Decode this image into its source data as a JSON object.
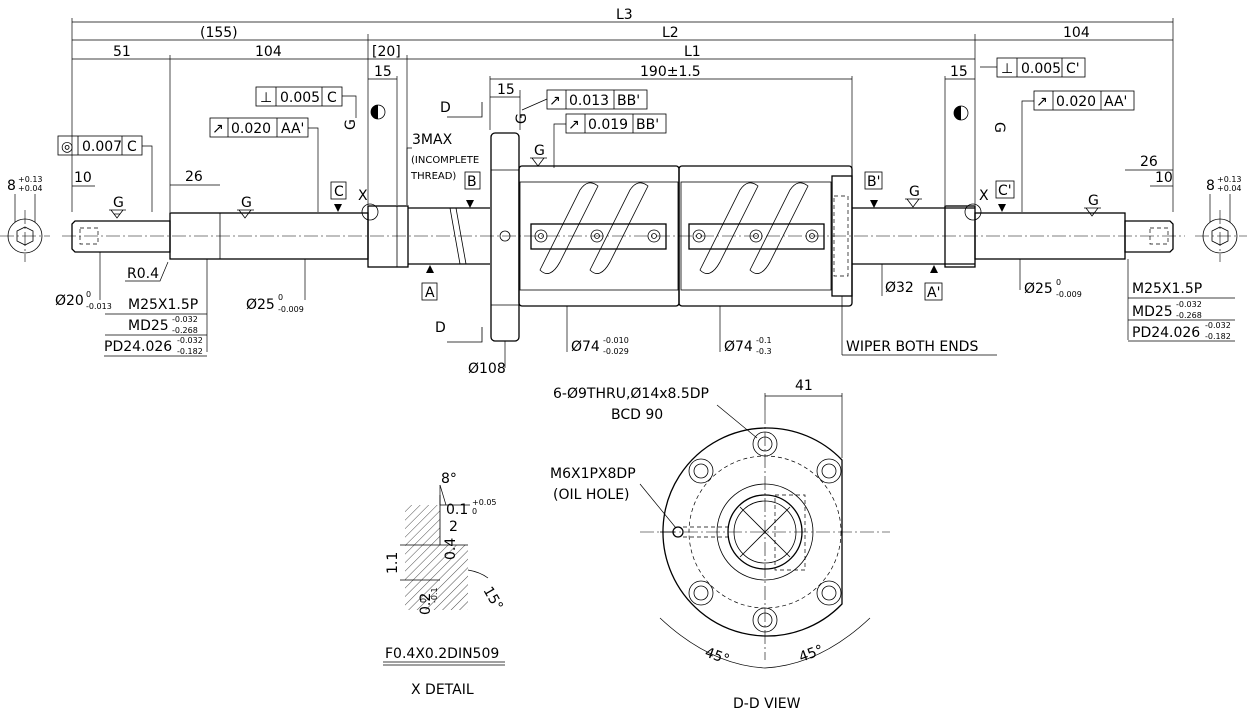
{
  "dims": {
    "l3": "L3",
    "l2": "L2",
    "l1": "L1",
    "d155": "(155)",
    "d104_right": "104",
    "d51": "51",
    "d104_left": "104",
    "d20": "[20]",
    "d15_left": "15",
    "d190": "190±1.5",
    "d15_nut": "15",
    "d15_right": "15",
    "d10_left": "10",
    "d26_left": "26",
    "d26_right": "26",
    "d10_right": "10",
    "r04": "R0.4",
    "max3": "3MAX",
    "incomplete1": "(INCOMPLETE",
    "incomplete2": "THREAD)",
    "dia20": "Ø20",
    "dia20_tol_up": "0",
    "dia20_tol_lo": "-0.013",
    "dia25_left": "Ø25",
    "dia25_left_tol_up": "0",
    "dia25_left_tol_lo": "-0.009",
    "dia25_right": "Ø25",
    "dia25_right_tol_up": "0",
    "dia25_right_tol_lo": "-0.009",
    "dia32": "Ø32",
    "dia108": "Ø108",
    "dia74a": "Ø74",
    "dia74a_tol_up": "-0.010",
    "dia74a_tol_lo": "-0.029",
    "dia74b": "Ø74",
    "dia74b_tol_up": "-0.1",
    "dia74b_tol_lo": "-0.3",
    "wiper": "WIPER BOTH ENDS",
    "end_dim": "8",
    "end_tol_up": "+0.13",
    "end_tol_lo": "+0.04"
  },
  "thread_left": {
    "m": "M25X1.5P",
    "md": "MD25",
    "md_up": "-0.032",
    "md_lo": "-0.268",
    "pd": "PD24.026",
    "pd_up": "-0.032",
    "pd_lo": "-0.182"
  },
  "thread_right": {
    "m": "M25X1.5P",
    "md": "MD25",
    "md_up": "-0.032",
    "md_lo": "-0.268",
    "pd": "PD24.026",
    "pd_up": "-0.032",
    "pd_lo": "-0.182"
  },
  "tolerances": {
    "perp_left": {
      "sym": "⊥",
      "val": "0.005",
      "ref": "C"
    },
    "conc": {
      "sym": "◎",
      "val": "0.007",
      "ref": "C"
    },
    "runout_left": {
      "sym": "↗",
      "val": "0.020",
      "ref": "AA'"
    },
    "runout_nut1": {
      "sym": "↗",
      "val": "0.013",
      "ref": "BB'"
    },
    "runout_nut2": {
      "sym": "↗",
      "val": "0.019",
      "ref": "BB'"
    },
    "perp_right": {
      "sym": "⊥",
      "val": "0.005",
      "ref": "C'"
    },
    "runout_right": {
      "sym": "↗",
      "val": "0.020",
      "ref": "AA'"
    }
  },
  "datums": {
    "c": "C",
    "b": "B",
    "a": "A",
    "b2": "B'",
    "a2": "A'",
    "c2": "C'"
  },
  "labels": {
    "g": "G",
    "x": "X",
    "d": "D"
  },
  "x_detail": {
    "angle8": "8°",
    "d01": "0.1",
    "d01_up": "+0.05",
    "d01_lo": "0",
    "d2": "2",
    "d04": "0.4",
    "d11": "1.1",
    "d02": "0.2",
    "d02_up": "0",
    "d02_lo": "-0.1",
    "angle15": "15°",
    "spec": "F0.4X0.2DIN509",
    "title": "X DETAIL"
  },
  "dd_view": {
    "holes1": "6-Ø9THRU,Ø14x8.5DP",
    "holes2": "BCD 90",
    "oil1": "M6X1PX8DP",
    "oil2": "(OIL HOLE)",
    "d41": "41",
    "a45_left": "45°",
    "a45_right": "45°",
    "title": "D-D VIEW"
  }
}
